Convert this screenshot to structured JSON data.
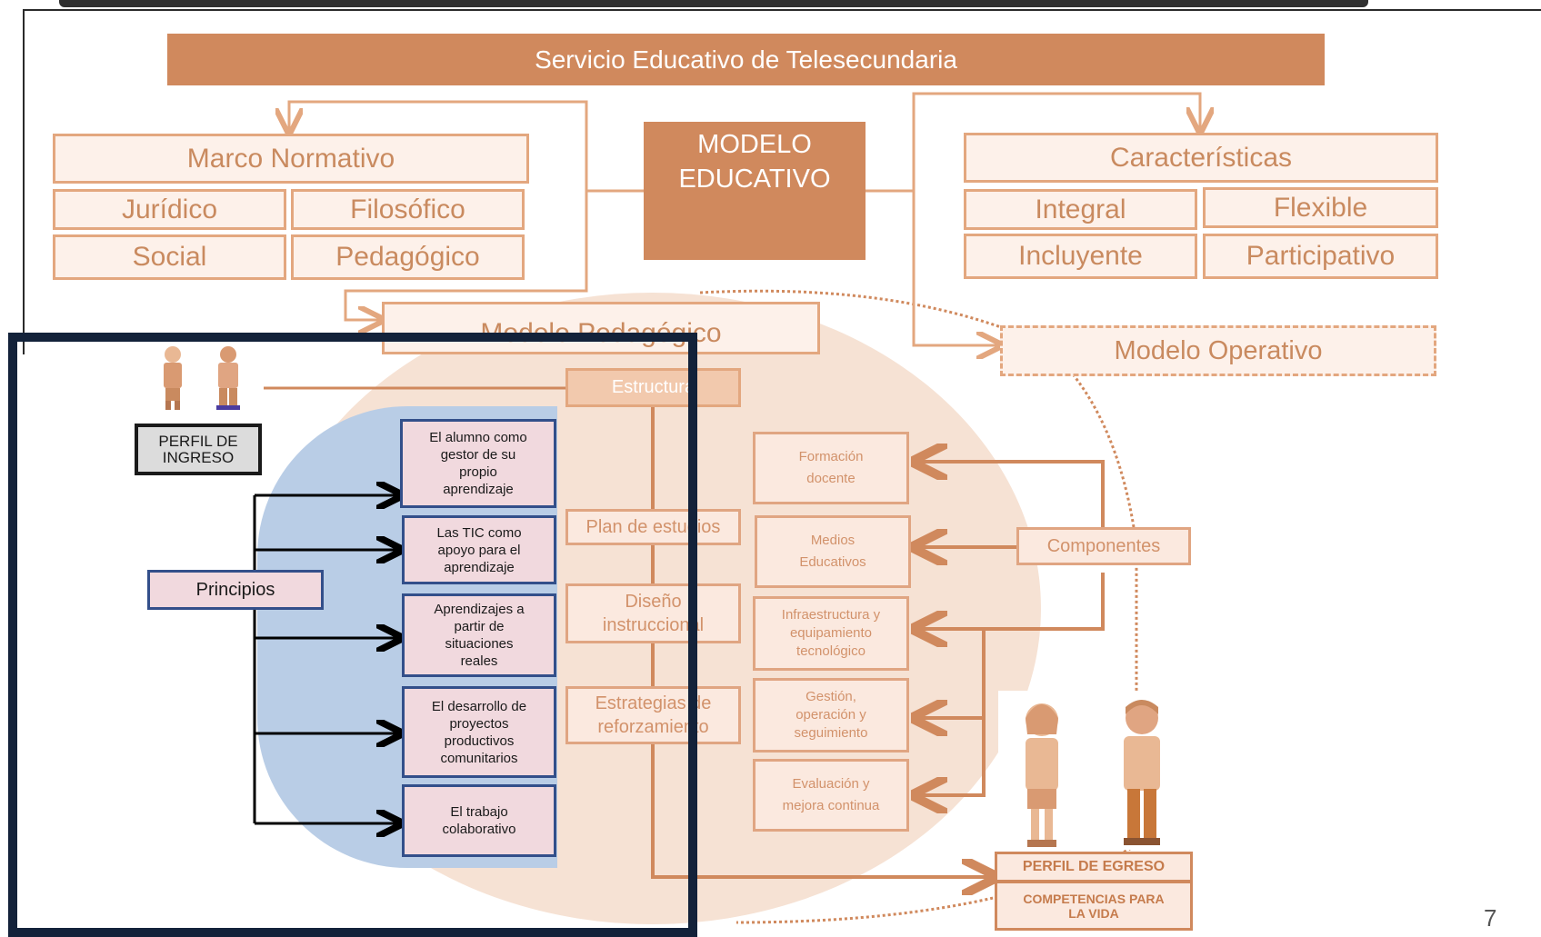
{
  "title": "Servicio Educativo de Telesecundaria",
  "modelo_educativo": [
    "MODELO",
    "EDUCATIVO"
  ],
  "marco": {
    "header": "Marco Normativo",
    "items": [
      "Jurídico",
      "Filosófico",
      "Social",
      "Pedagógico"
    ]
  },
  "caracteristicas": {
    "header": "Características",
    "items": [
      "Integral",
      "Flexible",
      "Incluyente",
      "Participativo"
    ]
  },
  "modelo_pedagogico": "Modelo Pedagógico",
  "modelo_operativo": "Modelo Operativo",
  "estructura": "Estructura",
  "perfil_ingreso": [
    "PERFIL DE",
    "INGRESO"
  ],
  "principios": {
    "label": "Principios",
    "items": [
      [
        "El alumno como",
        "gestor de su",
        "propio",
        "aprendizaje"
      ],
      [
        "Las TIC como",
        "apoyo para el",
        "aprendizaje"
      ],
      [
        "Aprendizajes a",
        "partir de",
        "situaciones",
        "reales"
      ],
      [
        "El desarrollo de",
        "proyectos",
        "productivos",
        "comunitarios"
      ],
      [
        "El trabajo",
        "colaborativo"
      ]
    ]
  },
  "middle": [
    [
      "Plan de estudios"
    ],
    [
      "Diseño",
      "instruccional"
    ],
    [
      "Estrategias de",
      "reforzamiento"
    ]
  ],
  "componentes": {
    "label": "Componentes",
    "items": [
      [
        "Formación",
        "docente"
      ],
      [
        "Medios",
        "Educativos"
      ],
      [
        "Infraestructura y",
        "equipamiento",
        "tecnológico"
      ],
      [
        "Gestión,",
        "operación y",
        "seguimiento"
      ],
      [
        "Evaluación y",
        "mejora continua"
      ]
    ]
  },
  "perfil_egreso": {
    "title": "PERFIL DE EGRESO",
    "sub": [
      "COMPETENCIAS PARA",
      "LA VIDA"
    ]
  },
  "page_number": "7",
  "colors": {
    "orange_dark": "#d0895d",
    "orange_light": "#fdf1ea",
    "blue_area": "#b9cde6",
    "frame": "#13223a"
  }
}
